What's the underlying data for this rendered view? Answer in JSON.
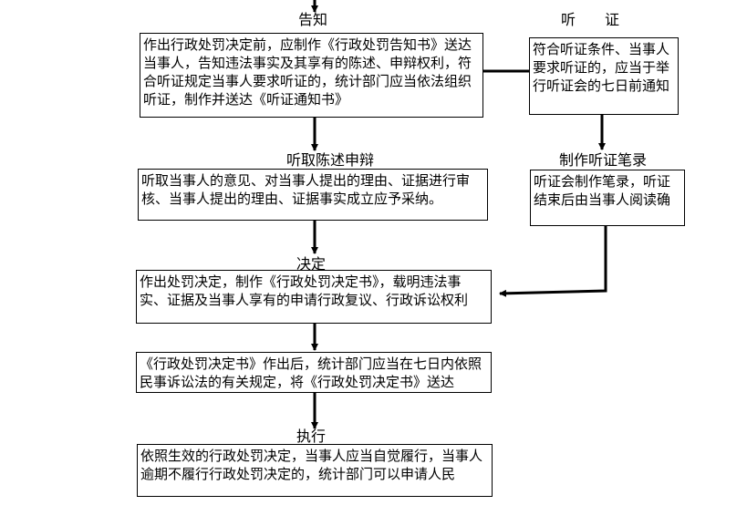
{
  "labels": {
    "notify": "告知",
    "hearing": "听　　证",
    "listen": "听取陈述申辩",
    "hearing_record": "制作听证笔录",
    "decision": "决定",
    "execute": "执行"
  },
  "boxes": {
    "notify": "作出行政处罚决定前，应制作《行政处罚告知书》送达当事人，告知违法事实及其享有的陈述、申辩权利，符合听证规定当事人要求听证的，统计部门应当依法组织听证，制作并送达《听证通知书》",
    "hearing": "符合听证条件、当事人要求听证的，应当于举行听证会的七日前通知",
    "listen": "听取当事人的意见、对当事人提出的理由、证据进行审核、当事人提出的理由、证据事实成立应予采纳。",
    "hearing_record": "听证会制作笔录，听证结束后由当事人阅读确",
    "decision": "作出处罚决定，制作《行政处罚决定书》，载明违法事实、证据及当事人享有的申请行政复议、行政诉讼权利",
    "deliver": "《行政处罚决定书》作出后，统计部门应当在七日内依照民事诉讼法的有关规定，将《行政处罚决定书》送达",
    "execute": "依照生效的行政处罚决定，当事人应当自觉履行，当事人逾期不履行行政处罚决定的，统计部门可以申请人民"
  }
}
